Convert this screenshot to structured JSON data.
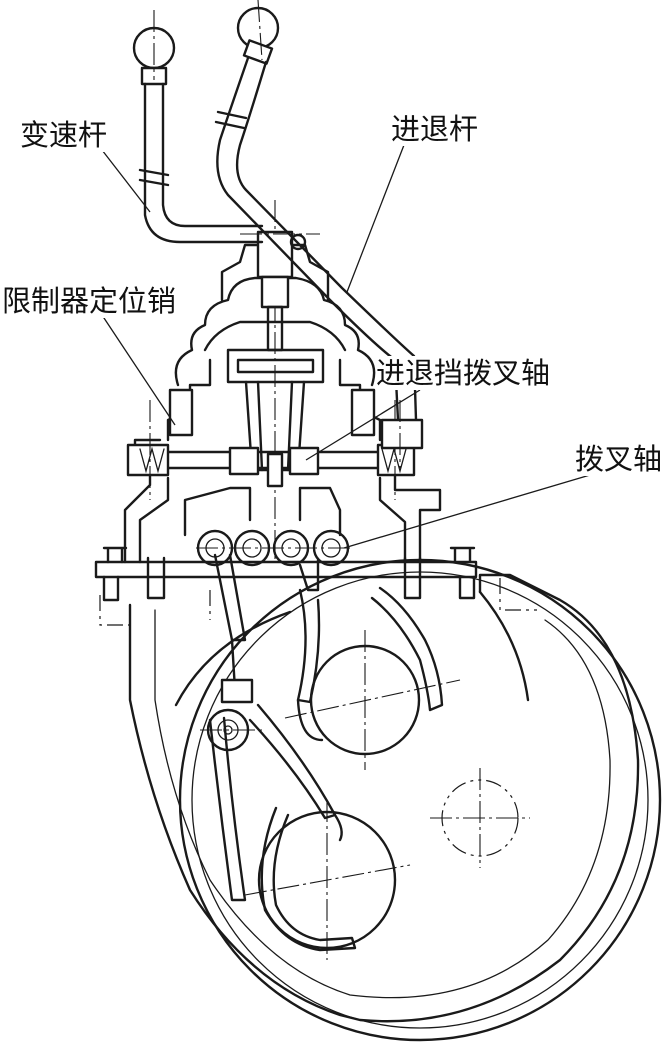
{
  "labels": {
    "gear_lever": "变速杆",
    "reverse_lever": "进退杆",
    "limiter_pin": "限制器定位销",
    "reverse_fork_shaft": "进退挡拨叉轴",
    "fork_shaft": "拨叉轴"
  },
  "colors": {
    "line": "#1a1a1a",
    "background": "#ffffff"
  }
}
